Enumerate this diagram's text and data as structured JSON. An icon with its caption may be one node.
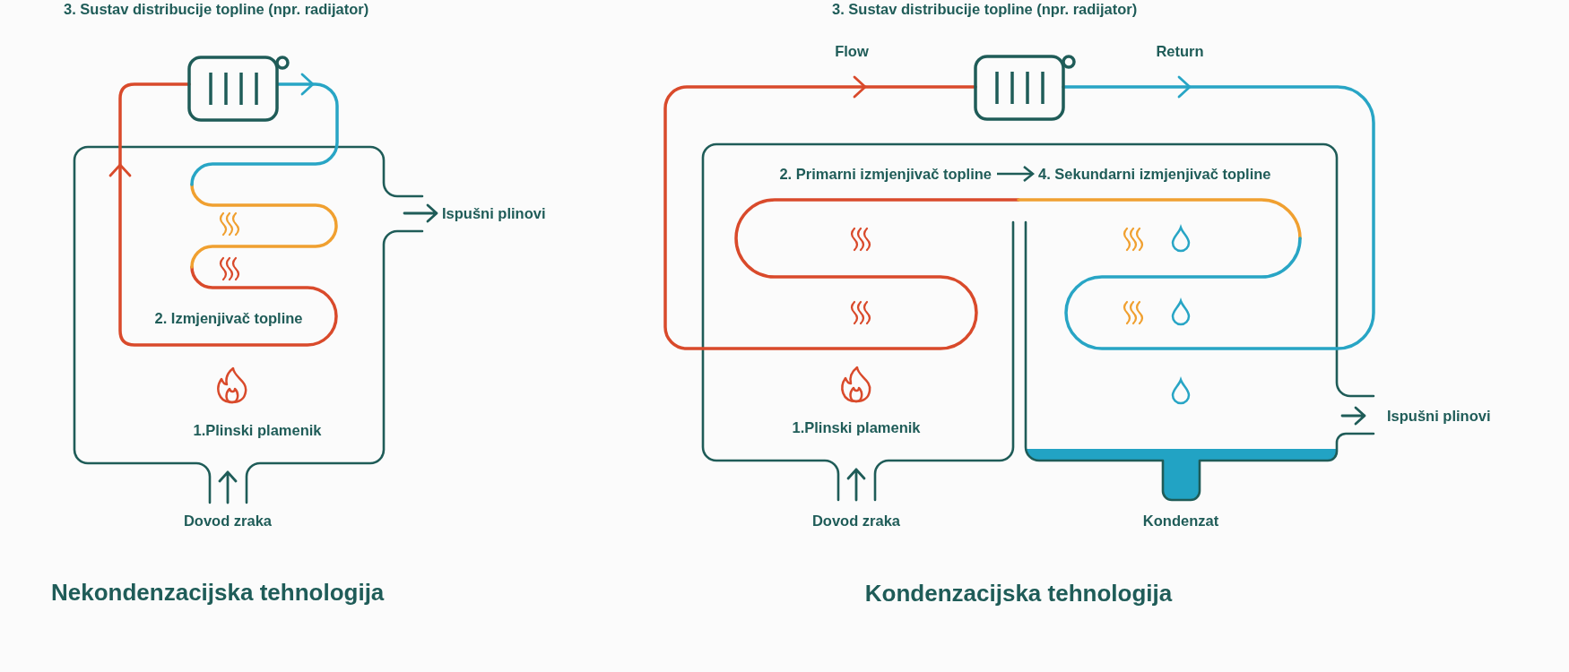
{
  "diagram": {
    "nodes": [
      {
        "text": [
          "2. Primarni izmjenjivač topline"
        ]
      },
      {
        "text": [
          "4. Sekundarni izmjenjivač topline"
        ]
      }
    ],
    "edges": [
      {
        "from": 0,
        "to": 1,
        "arrow": "to"
      }
    ],
    "labels": [
      "3. Sustav distribucije topline (npr. radijator)",
      "3. Sustav distribucije topline (npr. radijator)",
      "Flow",
      "Return",
      "Ispušni plinovi",
      "2. Izmjenjivač topline",
      "1.Plinski plamenik",
      "1.Plinski plamenik",
      "Ispušni plinovi",
      "Dovod zraka",
      "Dovod zraka",
      "Kondenzat",
      "Nekondenzacijska tehnologija",
      "Kondenzacijska tehnologija"
    ]
  }
}
